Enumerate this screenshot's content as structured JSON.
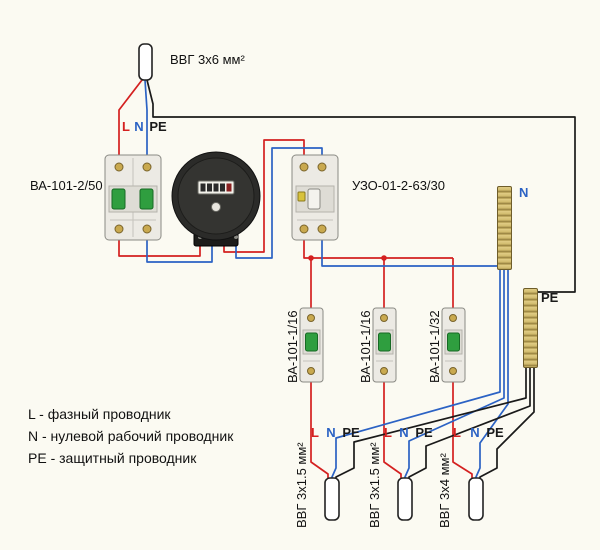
{
  "colors": {
    "background": "#fbfaf2",
    "phase_red": "#d42020",
    "neutral_blue": "#2b62c4",
    "earth_black": "#1a1a1a",
    "bus_gold": "#d2bc6e",
    "toggle_green": "#2f9e3f"
  },
  "incoming": {
    "cable_label": "ВВГ 3х6 мм²",
    "l_label": "L",
    "n_label": "N",
    "pe_label": "PE"
  },
  "devices": {
    "main_breaker_label": "ВА-101-2/50",
    "rcd_label": "УЗО-01-2-63/30",
    "n_bus_label": "N",
    "pe_bus_label": "PE"
  },
  "circuits": [
    {
      "breaker_label": "ВА-101-1/16",
      "cable_label": "ВВГ 3х1.5 мм²",
      "l_label": "L",
      "n_label": "N",
      "pe_label": "PE"
    },
    {
      "breaker_label": "ВА-101-1/16",
      "cable_label": "ВВГ 3х1.5 мм²",
      "l_label": "L",
      "n_label": "N",
      "pe_label": "PE"
    },
    {
      "breaker_label": "ВА-101-1/32",
      "cable_label": "ВВГ 3х4 мм²",
      "l_label": "L",
      "n_label": "N",
      "pe_label": "PE"
    }
  ],
  "legend": [
    "L - фазный проводник",
    "N - нулевой рабочий проводник",
    "PE - защитный проводник"
  ]
}
